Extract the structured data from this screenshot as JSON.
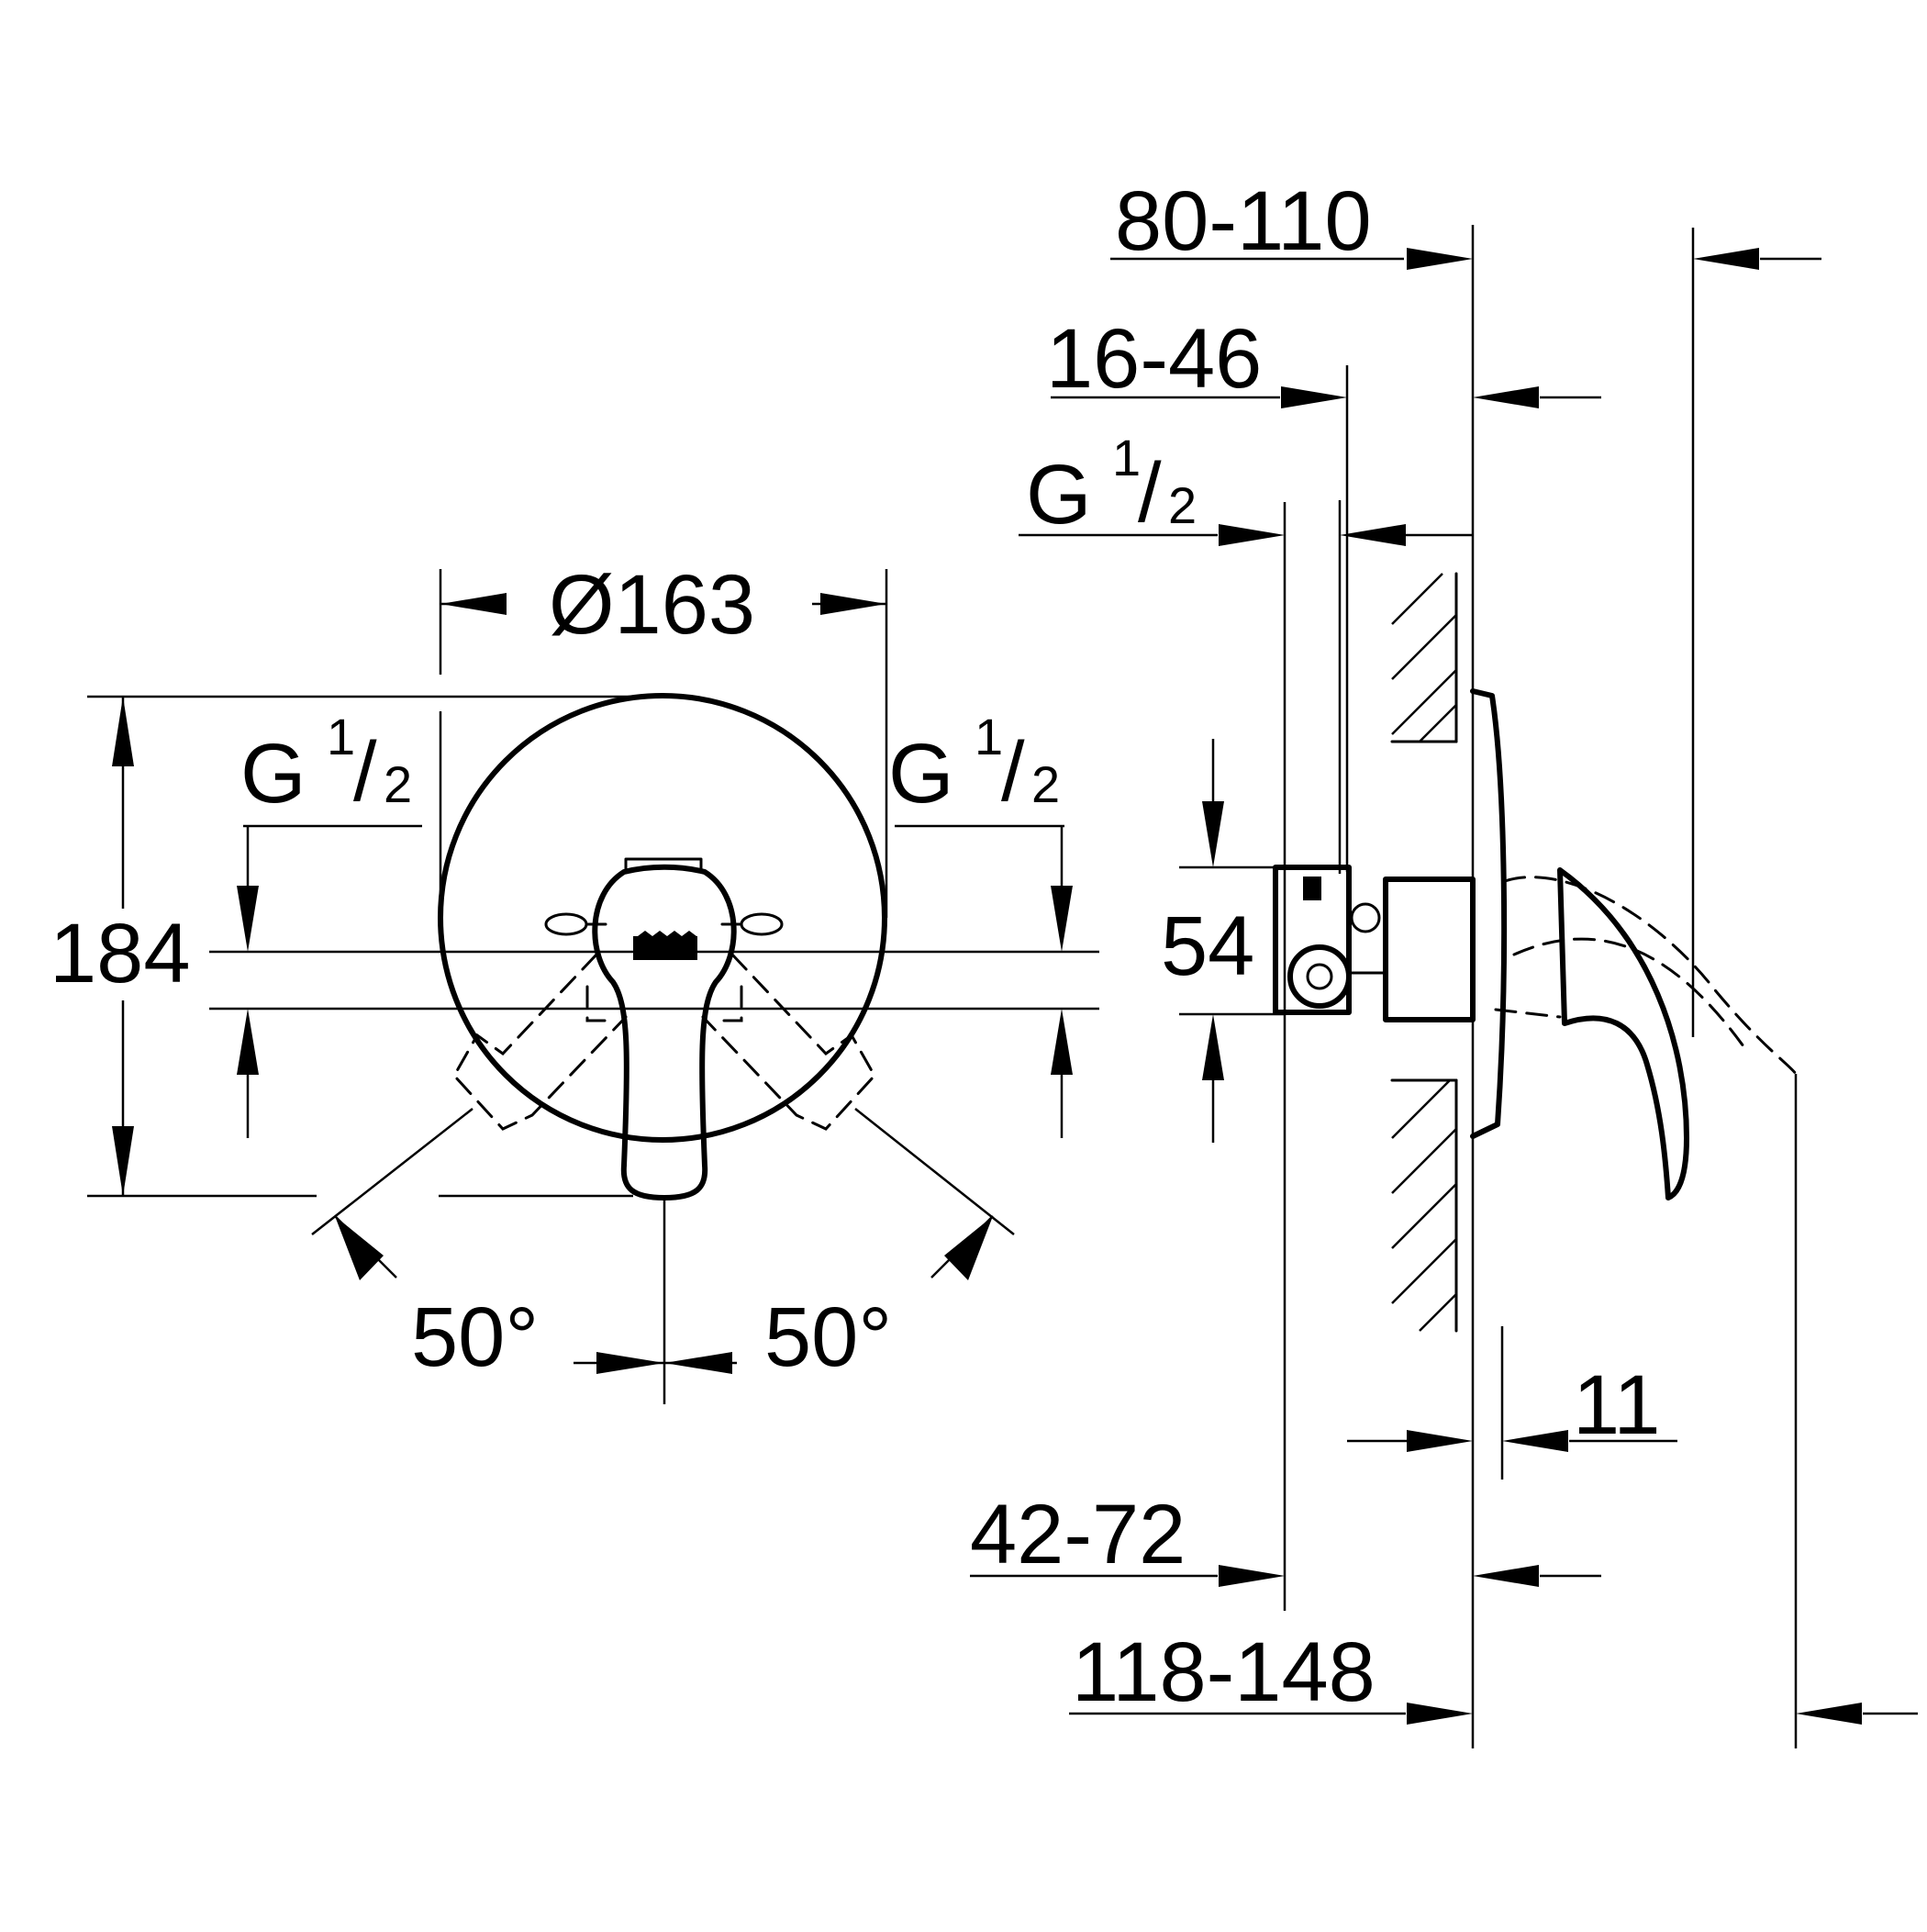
{
  "front_view": {
    "diameter": "Ø163",
    "height": "184",
    "connection_left": {
      "letter": "G",
      "num": "1",
      "den": "2"
    },
    "connection_right": {
      "letter": "G",
      "num": "1",
      "den": "2"
    },
    "angle_left": "50°",
    "angle_right": "50°"
  },
  "side_view": {
    "dim_80_110": "80-110",
    "dim_16_46": "16-46",
    "connection_top": {
      "letter": "G",
      "num": "1",
      "den": "2"
    },
    "dim_54": "54",
    "dim_11": "11",
    "dim_42_72": "42-72",
    "dim_118_148": "118-148"
  }
}
